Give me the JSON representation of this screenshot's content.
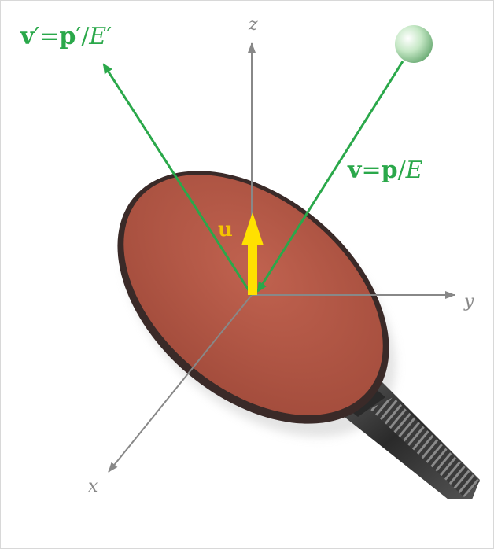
{
  "diagram": {
    "axis_labels": {
      "x": "x",
      "y": "y",
      "z": "z"
    },
    "incoming_label": {
      "v": "v",
      "eq": "=",
      "p": "p",
      "slash": "/",
      "E": "E"
    },
    "outgoing_label": {
      "v": "v",
      "prime1": "′",
      "eq": "=",
      "p": "p",
      "prime2": "′",
      "slash": "/",
      "E": "E",
      "prime3": "′"
    },
    "velocity_label": "u",
    "colors": {
      "velocity_arrows": "#2aa84a",
      "axes": "#888888",
      "paddle_face": "#b45a48",
      "paddle_rim": "#3a2a28",
      "handle": "#444444",
      "u_arrow": "#ffe000",
      "ball": "#a8d8a8"
    },
    "icons": [
      "ping-pong-paddle",
      "ping-pong-ball"
    ]
  }
}
